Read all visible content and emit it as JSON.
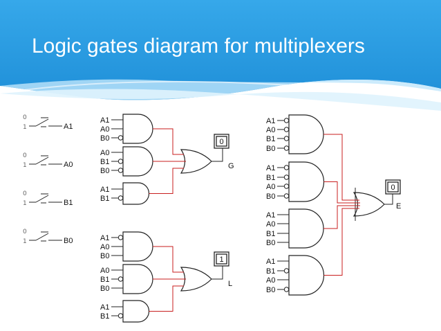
{
  "title": "Logic gates diagram for multiplexers",
  "colors": {
    "header_blue": "#2f9be0",
    "header_light": "#bfe6fb",
    "wire_red": "#c81e1e"
  },
  "switches": [
    {
      "name": "A1",
      "v0": "0",
      "v1": "1"
    },
    {
      "name": "A0",
      "v0": "0",
      "v1": "1"
    },
    {
      "name": "B1",
      "v0": "0",
      "v1": "1"
    },
    {
      "name": "B0",
      "v0": "0",
      "v1": "1"
    }
  ],
  "circuits": {
    "g": {
      "and_inputs": [
        [
          "A1",
          "A0",
          "B0"
        ],
        [
          "A0",
          "B1",
          "B0"
        ],
        [
          "A1",
          "B1"
        ]
      ],
      "output_name": "G",
      "output_value": "0"
    },
    "l": {
      "and_inputs": [
        [
          "A1",
          "A0",
          "B0"
        ],
        [
          "A0",
          "B1",
          "B0"
        ],
        [
          "A1",
          "B1"
        ]
      ],
      "output_name": "L",
      "output_value": "1"
    },
    "e": {
      "and_inputs": [
        [
          "A1",
          "A0",
          "B1",
          "B0"
        ],
        [
          "A1",
          "B1",
          "A0",
          "B0"
        ],
        [
          "A1",
          "A0",
          "B1",
          "B0"
        ],
        [
          "A1",
          "B1",
          "A0",
          "B0"
        ]
      ],
      "output_name": "E",
      "output_value": "0"
    }
  }
}
